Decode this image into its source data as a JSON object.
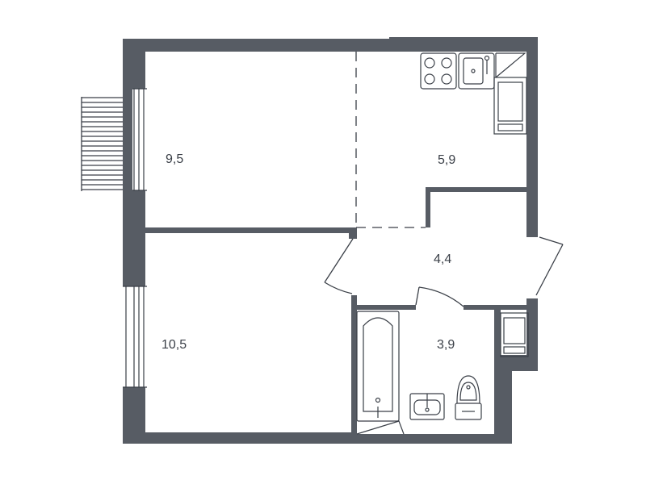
{
  "colors": {
    "wall": "#575c64",
    "line": "#3a3f47",
    "background": "#ffffff"
  },
  "rooms": {
    "room_top": {
      "area": "9,5"
    },
    "kitchen": {
      "area": "5,9"
    },
    "hall": {
      "area": "4,4"
    },
    "room_bottom": {
      "area": "10,5"
    },
    "bathroom": {
      "area": "3,9"
    }
  },
  "fixtures": [
    "balcony-railing",
    "window",
    "stove-icon",
    "sink-icon",
    "fridge-icon",
    "bathtub-icon",
    "washbasin-icon",
    "toilet-icon",
    "washing-machine-icon",
    "door-swing"
  ]
}
